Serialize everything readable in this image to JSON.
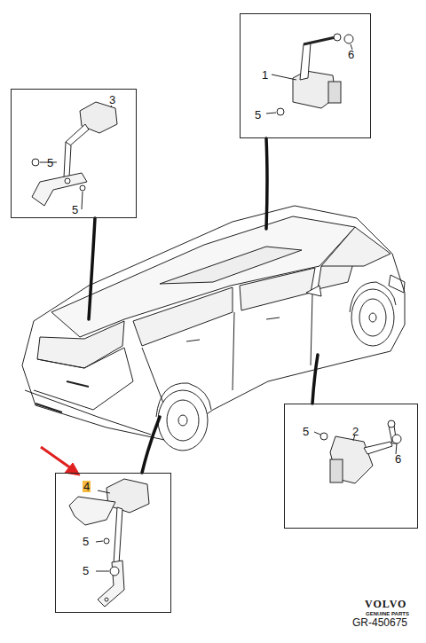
{
  "diagram": {
    "nodes": [
      {
        "text": [
          "1",
          "6",
          "5"
        ]
      },
      {
        "text": [
          "3",
          "5",
          "5"
        ]
      },
      {
        "text": [
          "5",
          "2",
          "6"
        ]
      },
      {
        "text": [
          "4",
          "5",
          "5"
        ]
      }
    ],
    "labels": [
      "VOLVO",
      "GENUINE PARTS",
      "GR-450675"
    ]
  }
}
